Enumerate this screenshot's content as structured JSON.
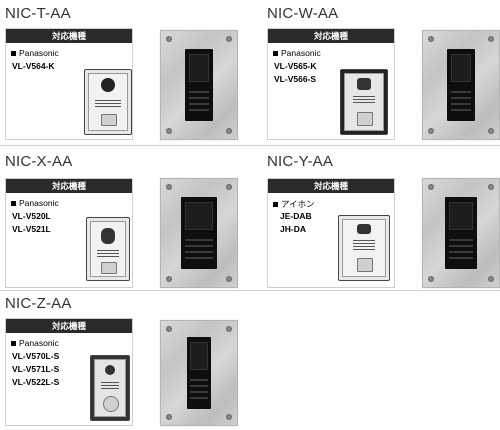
{
  "products": [
    {
      "name": "NIC-T-AA",
      "compat_header": "対応機種",
      "brand": "Panasonic",
      "models": [
        "VL-V564-K"
      ]
    },
    {
      "name": "NIC-W-AA",
      "compat_header": "対応機種",
      "brand": "Panasonic",
      "models": [
        "VL-V565-K",
        "VL-V566-S"
      ]
    },
    {
      "name": "NIC-X-AA",
      "compat_header": "対応機種",
      "brand": "Panasonic",
      "models": [
        "VL-V520L",
        "VL-V521L"
      ]
    },
    {
      "name": "NIC-Y-AA",
      "compat_header": "対応機種",
      "brand": "アイホン",
      "models": [
        "JE-DAB",
        "JH-DA"
      ]
    },
    {
      "name": "NIC-Z-AA",
      "compat_header": "対応機種",
      "brand": "Panasonic",
      "models": [
        "VL-V570L-S",
        "VL-V571L-S",
        "VL-V522L-S"
      ]
    }
  ],
  "colors": {
    "header_bg": "#2a2a2a",
    "plate": "#c8c8c8",
    "panel": "#0e0e0e"
  }
}
